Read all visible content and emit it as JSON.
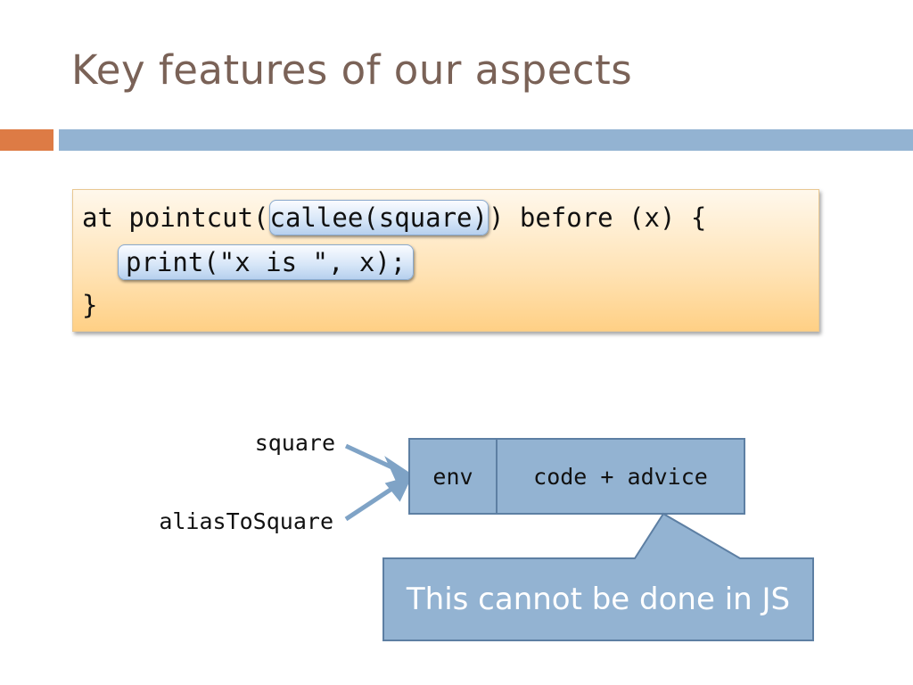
{
  "slide": {
    "title": "Key features of our aspects"
  },
  "code": {
    "line1_prefix": "at pointcut(",
    "line1_highlight": "callee(square)",
    "line1_suffix": ") before (x) {",
    "line2_highlight": "print(\"x is \", x);",
    "line3": "}"
  },
  "diagram": {
    "label_square": "square",
    "label_alias": "aliasToSquare",
    "cell_env": "env",
    "cell_code": "code + advice",
    "callout_text": "This cannot be done in JS"
  },
  "colors": {
    "title": "#7a6257",
    "accent_orange": "#dd7b45",
    "accent_blue": "#93b3d2",
    "box_border": "#5d7fa3"
  }
}
